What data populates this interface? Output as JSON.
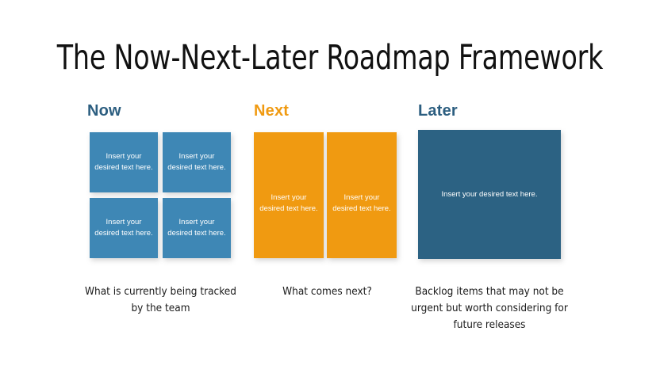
{
  "slide": {
    "title": "The Now-Next-Later Roadmap Framework",
    "background_color": "#ffffff"
  },
  "colors": {
    "now_accent": "#2C5E80",
    "now_box": "#3E87B5",
    "next_accent": "#F09A11",
    "next_box": "#F09A11",
    "later_accent": "#2C5E80",
    "later_box": "#2C6283",
    "box_text": "#ffffff",
    "caption_text": "#1a1a1a",
    "title_text": "#111111"
  },
  "placeholder_text": "Insert your desired text here.",
  "columns": [
    {
      "key": "now",
      "header": "Now",
      "header_color": "#2C5E80",
      "box_color": "#3E87B5",
      "caption": "What is currently being tracked by the team",
      "boxes": [
        {
          "text": "Insert your desired text here."
        },
        {
          "text": "Insert your desired text here."
        },
        {
          "text": "Insert your desired text here."
        },
        {
          "text": "Insert your desired text here."
        }
      ]
    },
    {
      "key": "next",
      "header": "Next",
      "header_color": "#F09A11",
      "box_color": "#F09A11",
      "caption": "What comes next?",
      "boxes": [
        {
          "text": "Insert your desired text here."
        },
        {
          "text": "Insert your desired text here."
        }
      ]
    },
    {
      "key": "later",
      "header": "Later",
      "header_color": "#2C5E80",
      "box_color": "#2C6283",
      "caption": "Backlog items that may not be urgent but worth considering for future releases",
      "boxes": [
        {
          "text": "Insert your desired text here."
        }
      ]
    }
  ]
}
